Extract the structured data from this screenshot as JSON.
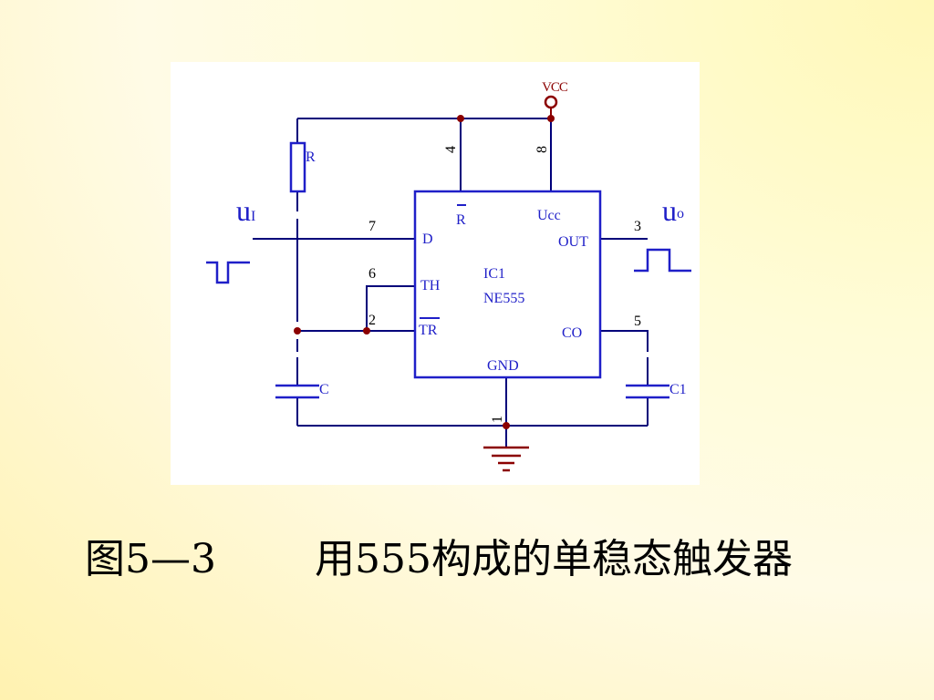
{
  "caption": {
    "number": "图5—3",
    "title": "用555构成的单稳态触发器"
  },
  "schematic": {
    "power_label": "VCC",
    "ic": {
      "ref": "IC1",
      "part": "NE555",
      "pins": {
        "reset": {
          "number": "4",
          "name": "R"
        },
        "vcc": {
          "number": "8",
          "name": "Ucc"
        },
        "discharge": {
          "number": "7",
          "name": "D"
        },
        "threshold": {
          "number": "6",
          "name": "TH"
        },
        "trigger": {
          "number": "2",
          "name": "TR"
        },
        "output": {
          "number": "3",
          "name": "OUT"
        },
        "control": {
          "number": "5",
          "name": "CO"
        },
        "ground": {
          "number": "1",
          "name": "GND"
        }
      }
    },
    "components": {
      "resistor": "R",
      "capacitor": "C",
      "control_capacitor": "C1"
    },
    "input_label": {
      "main": "u",
      "sub": "I"
    },
    "output_label": {
      "main": "u",
      "sub": "o"
    }
  },
  "colors": {
    "wire": "#00007a",
    "ic_outline": "#1f1fc8",
    "component": "#1f1fc8",
    "node": "#8b0000",
    "power_ground": "#8b0000"
  }
}
